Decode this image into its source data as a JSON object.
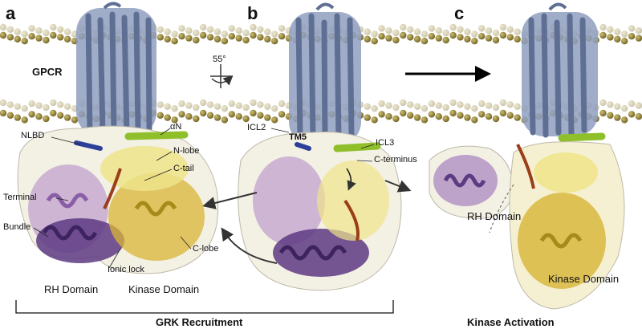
{
  "panels": {
    "a": "a",
    "b": "b",
    "c": "c"
  },
  "labels": {
    "gpcr": "GPCR",
    "rotation": "55°",
    "nlbd": "NLBD",
    "alpha_n": "αN",
    "n_lobe": "N-lobe",
    "c_tail": "C-tail",
    "terminal": "Terminal",
    "bundle": "Bundle",
    "ionic_lock": "Ionic lock",
    "c_lobe": "C-lobe",
    "rh_domain_a": "RH Domain",
    "kinase_domain_a": "Kinase Domain",
    "icl2": "ICL2",
    "tm5": "TM5",
    "icl3": "ICL3",
    "c_terminus": "C-terminus",
    "rh_domain_c": "RH Domain",
    "kinase_domain_c": "Kinase Domain"
  },
  "captions": {
    "recruitment": "GRK Recruitment",
    "activation": "Kinase Activation"
  },
  "colors": {
    "lipid": "#8a7a2a",
    "gpcr": "#8f9fc0",
    "rh_light": "#c4a6cf",
    "rh_dark": "#5d3a82",
    "kinase": "#d8b536",
    "kinase_light": "#efe48a",
    "alpha_n": "#8fbf2a",
    "nlbd": "#2c3f9a",
    "c_tail": "#9a3d1a",
    "surface": "#f3f0e4"
  }
}
